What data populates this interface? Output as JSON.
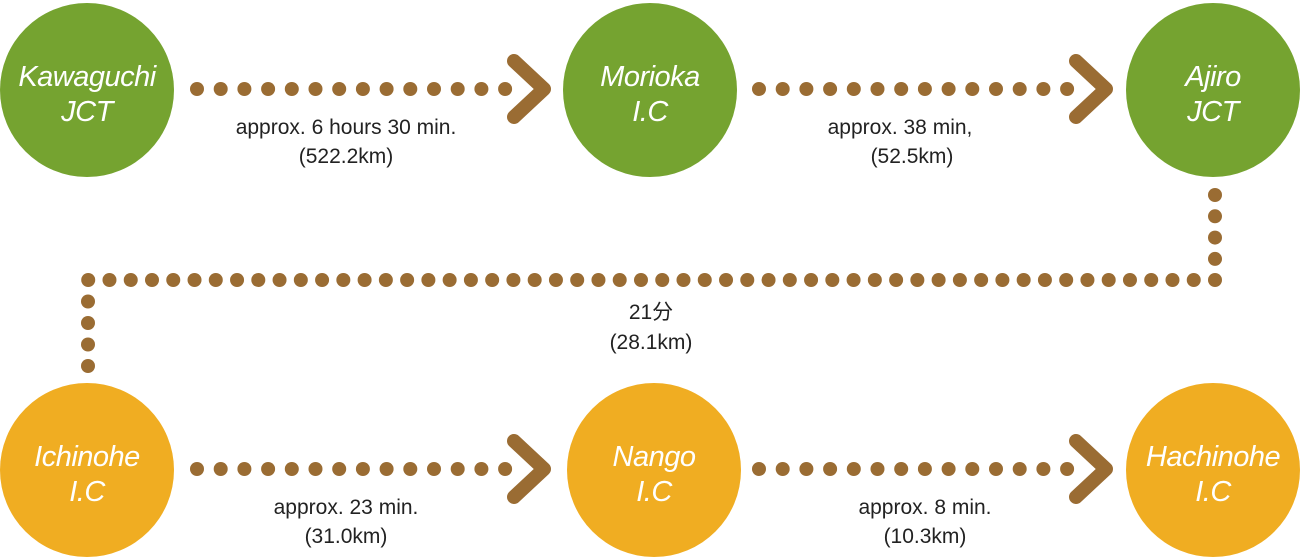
{
  "colors": {
    "primary_stage": "#75a330",
    "secondary_stage": "#f0ad22",
    "connector": "#9a6c33",
    "node_text": "#ffffff",
    "label_text": "#222222"
  },
  "nodes": [
    {
      "id": "kawaguchi",
      "line1": "Kawaguchi",
      "line2": "JCT",
      "stage": "primary"
    },
    {
      "id": "morioka",
      "line1": "Morioka",
      "line2": "I.C",
      "stage": "primary"
    },
    {
      "id": "ajiro",
      "line1": "Ajiro",
      "line2": "JCT",
      "stage": "primary"
    },
    {
      "id": "ichinohe",
      "line1": "Ichinohe",
      "line2": "I.C",
      "stage": "secondary"
    },
    {
      "id": "nango",
      "line1": "Nango",
      "line2": "I.C",
      "stage": "secondary"
    },
    {
      "id": "hachinohe",
      "line1": "Hachinohe",
      "line2": "I.C",
      "stage": "secondary"
    }
  ],
  "legs": [
    {
      "from": "kawaguchi",
      "to": "morioka",
      "time": "approx. 6 hours 30 min.",
      "distance": "(522.2km)"
    },
    {
      "from": "morioka",
      "to": "ajiro",
      "time": "approx. 38 min,",
      "distance": "(52.5km)"
    },
    {
      "from": "ajiro",
      "to": "ichinohe",
      "time": "21分",
      "distance": "(28.1km)"
    },
    {
      "from": "ichinohe",
      "to": "nango",
      "time": "approx. 23 min.",
      "distance": "(31.0km)"
    },
    {
      "from": "nango",
      "to": "hachinohe",
      "time": "approx. 8 min.",
      "distance": "(10.3km)"
    }
  ],
  "icons": {
    "arrow": "chevron-right-icon",
    "connector": "dotted-line"
  }
}
